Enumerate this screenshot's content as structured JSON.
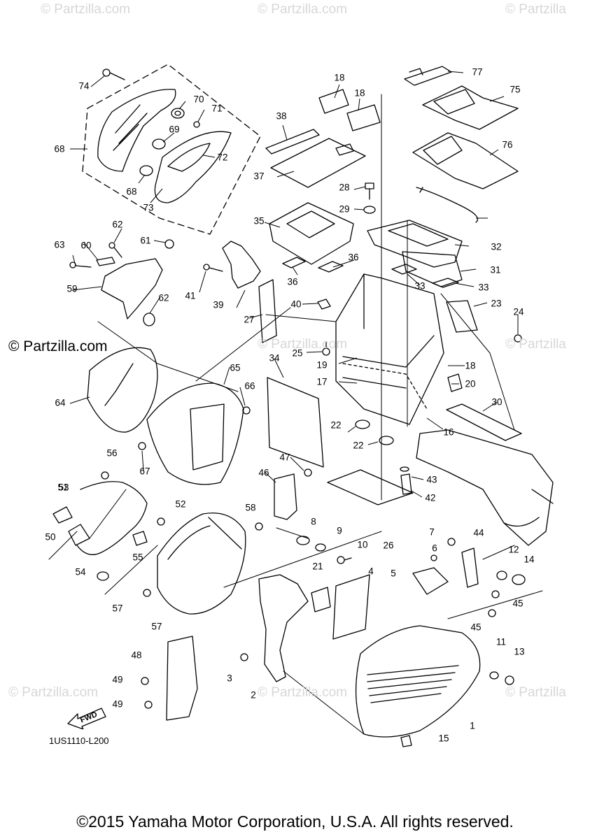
{
  "watermarks": {
    "brand": "© Partzilla",
    "brand_url": "© Partzilla.com",
    "main": "© Partzilla.com"
  },
  "diagram_code": "1US1110-L200",
  "fwd_label": "FWD",
  "copyright": "©2015 Yamaha Motor Corporation, U.S.A. All rights reserved.",
  "callouts": [
    "1",
    "2",
    "3",
    "4",
    "5",
    "6",
    "7",
    "8",
    "9",
    "10",
    "11",
    "12",
    "13",
    "14",
    "15",
    "16",
    "17",
    "18",
    "18",
    "18",
    "19",
    "20",
    "21",
    "22",
    "22",
    "23",
    "24",
    "25",
    "26",
    "27",
    "28",
    "29",
    "30",
    "31",
    "32",
    "33",
    "33",
    "34",
    "35",
    "36",
    "36",
    "37",
    "38",
    "39",
    "40",
    "41",
    "42",
    "43",
    "44",
    "45",
    "45",
    "46",
    "47",
    "48",
    "49",
    "49",
    "50",
    "51",
    "52",
    "53",
    "54",
    "55",
    "56",
    "57",
    "57",
    "58",
    "59",
    "60",
    "61",
    "62",
    "62",
    "63",
    "64",
    "65",
    "66",
    "67",
    "68",
    "68",
    "69",
    "70",
    "71",
    "72",
    "73",
    "74",
    "75",
    "76",
    "77"
  ]
}
